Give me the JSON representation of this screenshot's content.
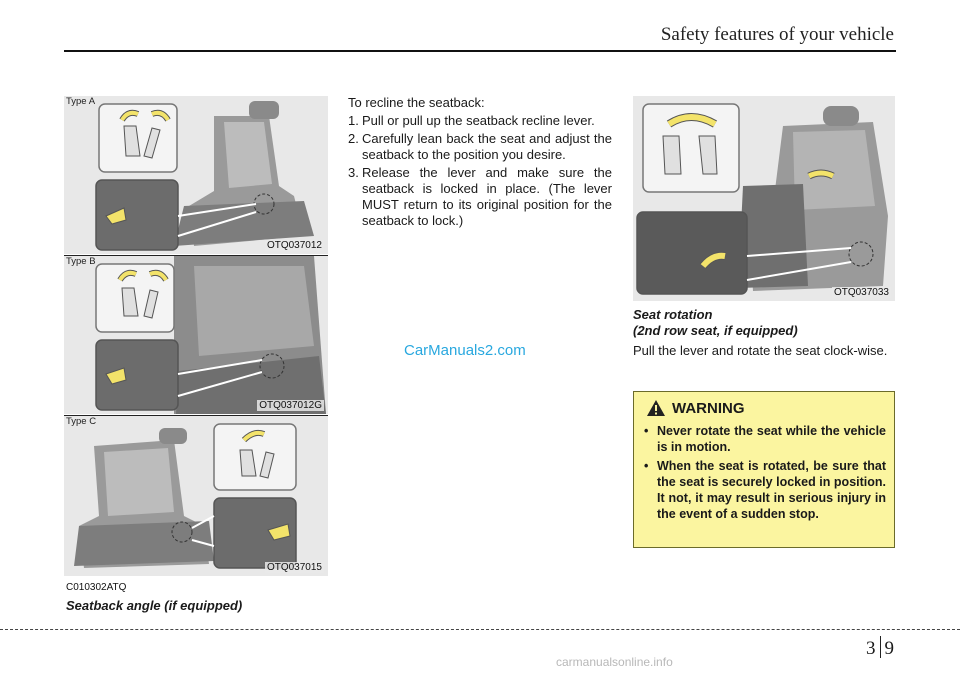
{
  "header": {
    "title": "Safety features of your vehicle"
  },
  "figures_left": [
    {
      "type_label": "Type A",
      "code": "OTQ037012"
    },
    {
      "type_label": "Type B",
      "code": "OTQ037012G"
    },
    {
      "type_label": "Type C",
      "code": "OTQ037015"
    }
  ],
  "left_caption": {
    "code": "C010302ATQ",
    "title": "Seatback angle (if equipped)"
  },
  "recline": {
    "intro": "To recline the seatback:",
    "steps": [
      {
        "num": "1.",
        "text": "Pull or pull up the seatback recline lever."
      },
      {
        "num": "2.",
        "text": "Carefully lean back the seat and adjust the seatback to the position you desire."
      },
      {
        "num": "3.",
        "text": "Release the lever and make sure the seatback is locked in place. (The lever MUST return to its original position for the seatback to lock.)"
      }
    ]
  },
  "watermark": "CarManuals2.com",
  "figure_right": {
    "code": "OTQ037033"
  },
  "rotation": {
    "title_line1": "Seat rotation",
    "title_line2": "(2nd row seat, if equipped)",
    "body": "Pull the lever and rotate the seat clock-wise."
  },
  "warning": {
    "title": "WARNING",
    "items": [
      "Never rotate the seat while the vehicle is in motion.",
      "When the seat is rotated, be sure that the seat is securely locked in position. It not, it may result in serious injury in the event of a sudden stop."
    ]
  },
  "footer": {
    "chapter": "3",
    "page": "9",
    "url": "carmanualsonline.info"
  },
  "colors": {
    "arrow": "#f3e36a",
    "warning_bg": "#fbf5a0",
    "watermark": "#29a8df"
  }
}
